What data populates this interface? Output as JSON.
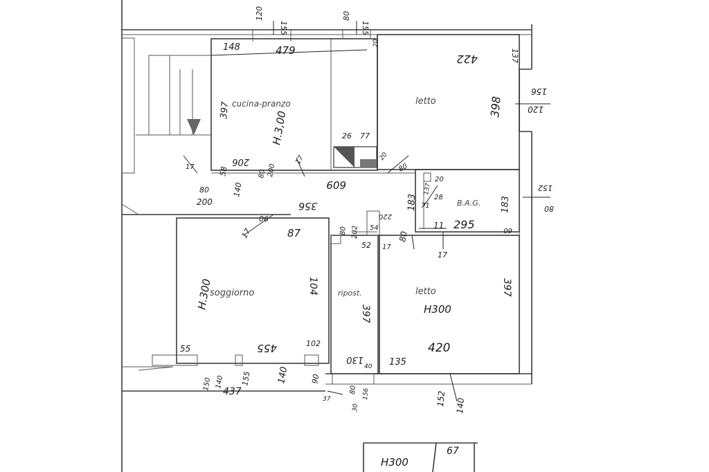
{
  "rooms": {
    "cucina_pranzo": "cucina-pranzo",
    "letto_1": "letto",
    "letto_2": "letto",
    "bagno": "B.A.G.",
    "soggiorno": "soggiorno",
    "ripostiglio": "ripost."
  },
  "heights": {
    "cucina": "H.3,00",
    "soggiorno": "H.300",
    "letto_2": "H300",
    "title_block": "H300"
  },
  "dimensions": {
    "top_120": "120",
    "top_155a": "155",
    "top_80": "80",
    "top_155b": "155",
    "d148": "148",
    "d479": "479",
    "d20_top": "20",
    "d422": "422",
    "d137": "137",
    "d397_kitchen": "397",
    "d398": "398",
    "d156_right": "156",
    "d120_right": "120",
    "d26": "26",
    "d77": "77",
    "d17_k": "17",
    "d206": "206",
    "d80_k": "80",
    "d200_k": "200",
    "d17_left": "17",
    "d20_mid": "20",
    "d80_mid": "80",
    "d609": "609",
    "d20_bath": "20",
    "d183a": "183",
    "d183b": "183",
    "d71": "71",
    "d28": "28",
    "d137_b": "137",
    "d140_hall": "140",
    "d58": "58",
    "d80_hall": "80",
    "d200_hall": "200",
    "d356": "356",
    "d90_hall": "90",
    "d17_hall": "17",
    "d87": "87",
    "d220": "220",
    "d54": "54",
    "d80_rip": "80",
    "d202": "202",
    "d52": "52",
    "d17_rip": "17",
    "d80_lt": "80",
    "d11": "11",
    "d295": "295",
    "d60": "60",
    "d17_lt": "17",
    "d152": "152",
    "d80_r": "80",
    "d104": "104",
    "d397_rip": "397",
    "d397_right": "397",
    "d420": "420",
    "d55": "55",
    "d455": "455",
    "d102": "102",
    "d130": "130",
    "d135": "135",
    "d40": "40",
    "d150": "150",
    "d155_bot": "155",
    "d140_bot": "140",
    "d90_bot": "90",
    "d437": "437",
    "d37": "37",
    "d80_bot": "80",
    "d156_bot": "156",
    "d30": "30",
    "d152_bot": "152",
    "d140_br": "140",
    "d67": "67"
  },
  "colors": {
    "ink": "#1a1a1a",
    "wall": "#3a3a3a"
  }
}
